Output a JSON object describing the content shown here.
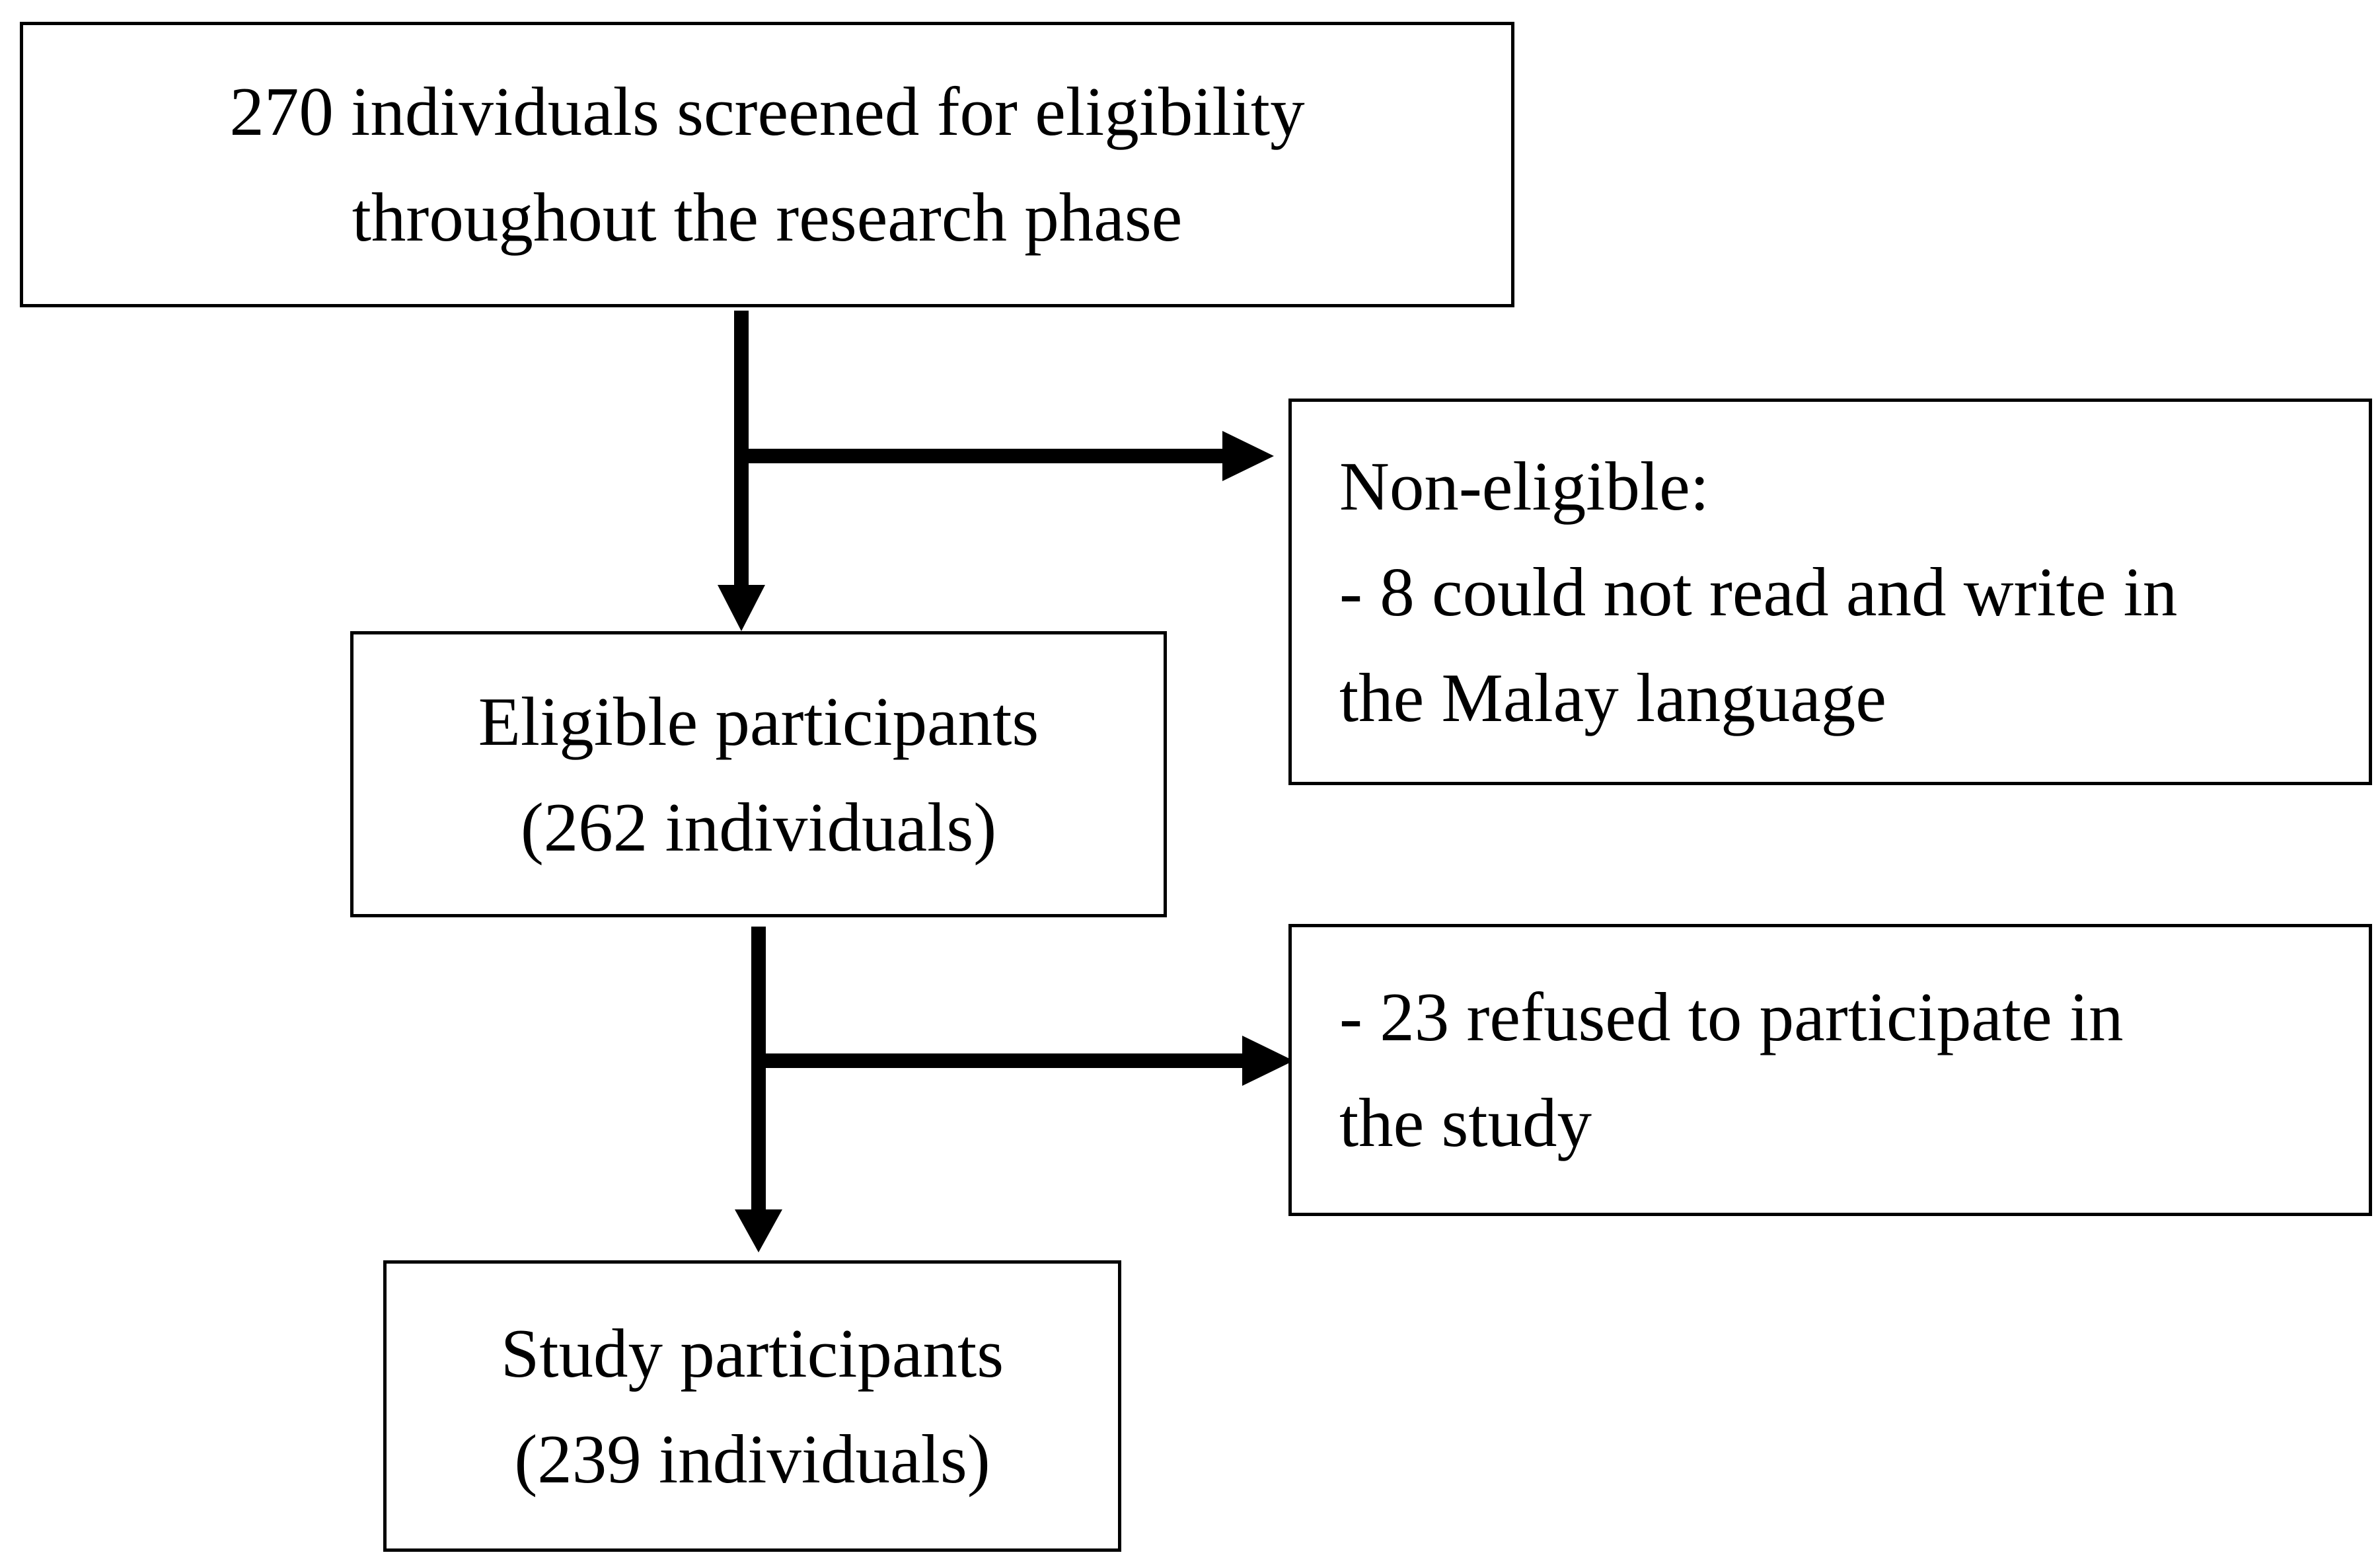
{
  "boxes": {
    "screened": {
      "lines": [
        "270 individuals screened for eligibility",
        "throughout the research phase"
      ]
    },
    "non_eligible": {
      "lines": [
        "Non-eligible:",
        "- 8 could not read and write in",
        "the Malay language"
      ]
    },
    "eligible": {
      "lines": [
        "Eligible participants",
        "(262 individuals)"
      ]
    },
    "refused": {
      "lines": [
        "- 23 refused to participate in",
        "the study"
      ]
    },
    "study": {
      "lines": [
        "Study participants",
        "(239 individuals)"
      ]
    }
  },
  "colors": {
    "stroke": "#000000",
    "background": "#ffffff"
  }
}
